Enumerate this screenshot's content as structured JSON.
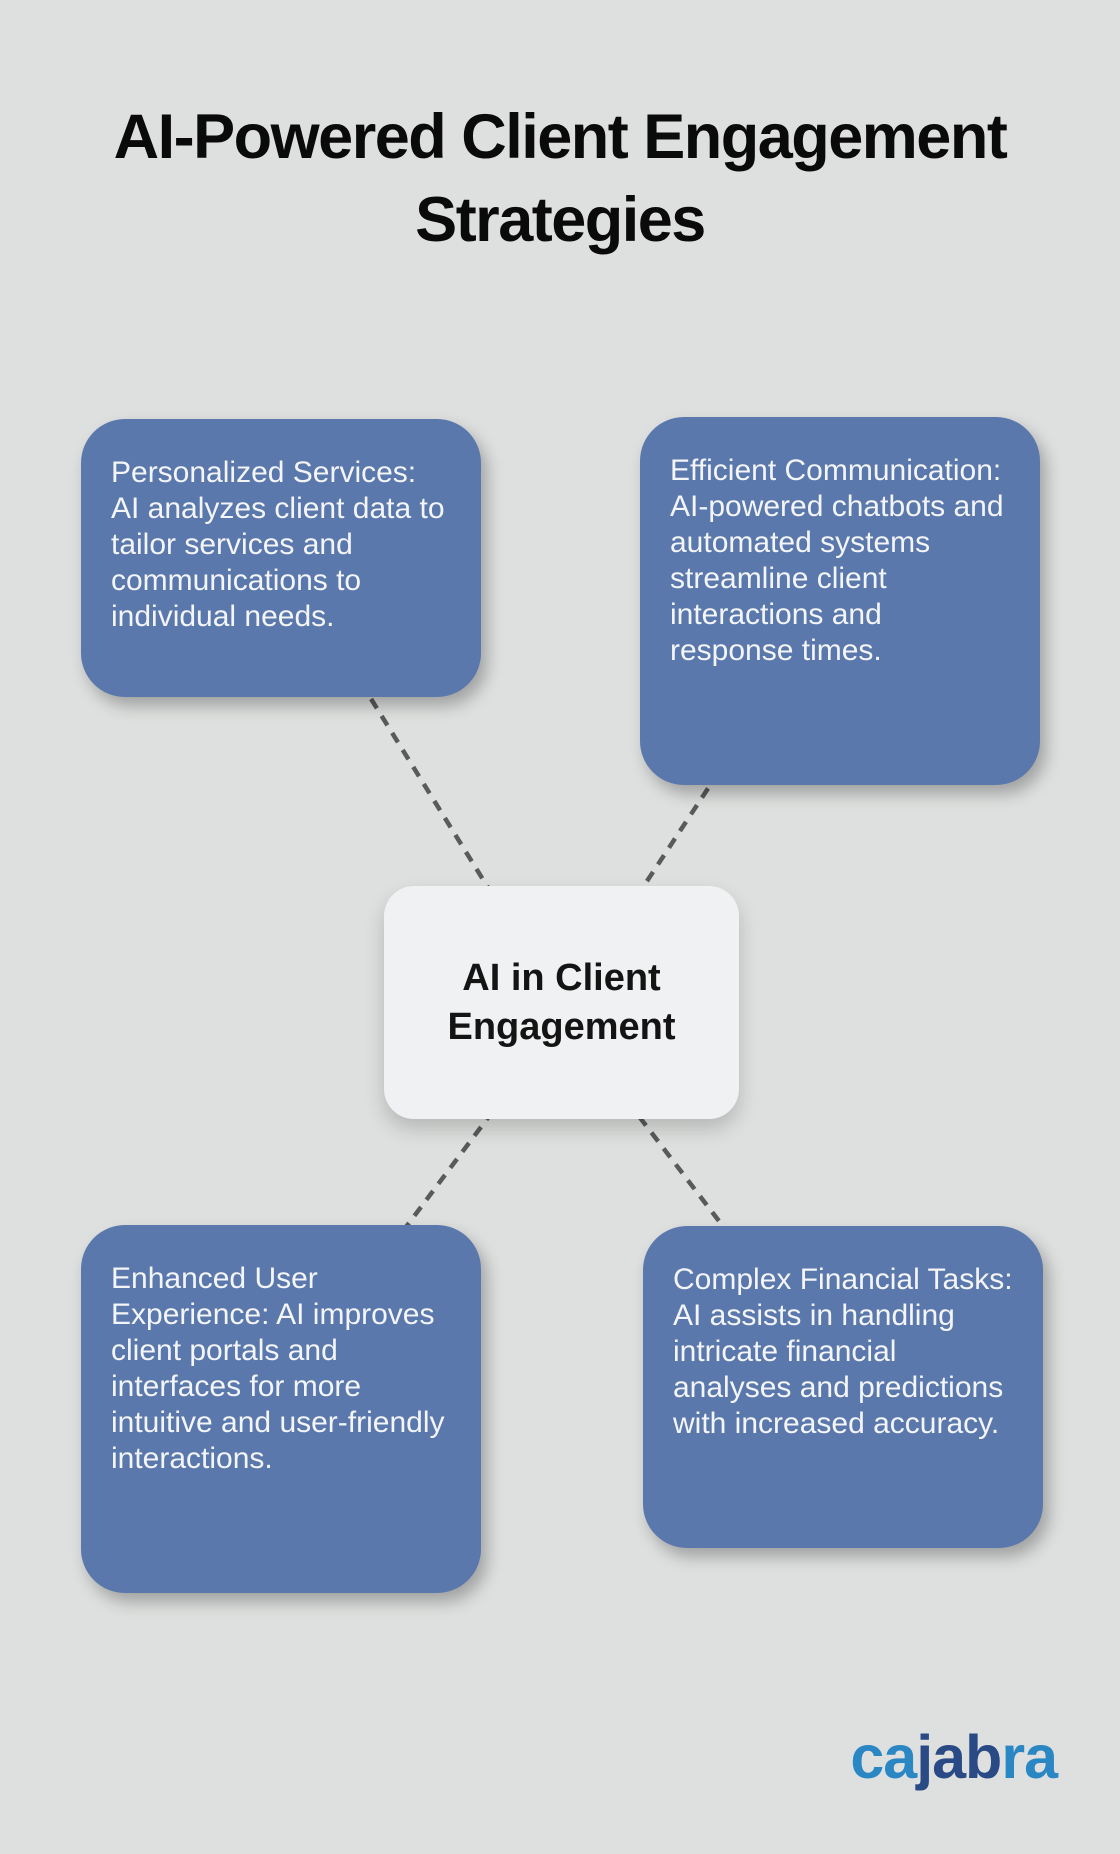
{
  "title": "AI-Powered Client Engagement\nStrategies",
  "center": {
    "label": "AI in Client Engagement"
  },
  "nodes": [
    {
      "id": "personalized-services",
      "text": "Personalized Services: AI analyzes client data to tailor services and communications to individual needs."
    },
    {
      "id": "efficient-communication",
      "text": "Efficient Communication: AI-powered chatbots and automated systems streamline client interactions and response times."
    },
    {
      "id": "enhanced-user-experience",
      "text": "Enhanced User Experience: AI improves client portals and interfaces for more intuitive and user-friendly interactions."
    },
    {
      "id": "complex-financial-tasks",
      "text": "Complex Financial Tasks: AI assists in handling intricate financial analyses and predictions with increased accuracy."
    }
  ],
  "logo": {
    "ca": "ca",
    "jab": "jab",
    "ra": "ra"
  },
  "colors": {
    "background": "#dee0df",
    "node_blue": "#5a78ac",
    "node_text": "#f3f5f8",
    "center_bg": "#eff1f2",
    "center_text": "#141414",
    "connector_gray": "#5a5a5a",
    "title_text": "#0a0a0a",
    "logo_light_blue": "#2b87c4",
    "logo_navy": "#2a4a85"
  }
}
